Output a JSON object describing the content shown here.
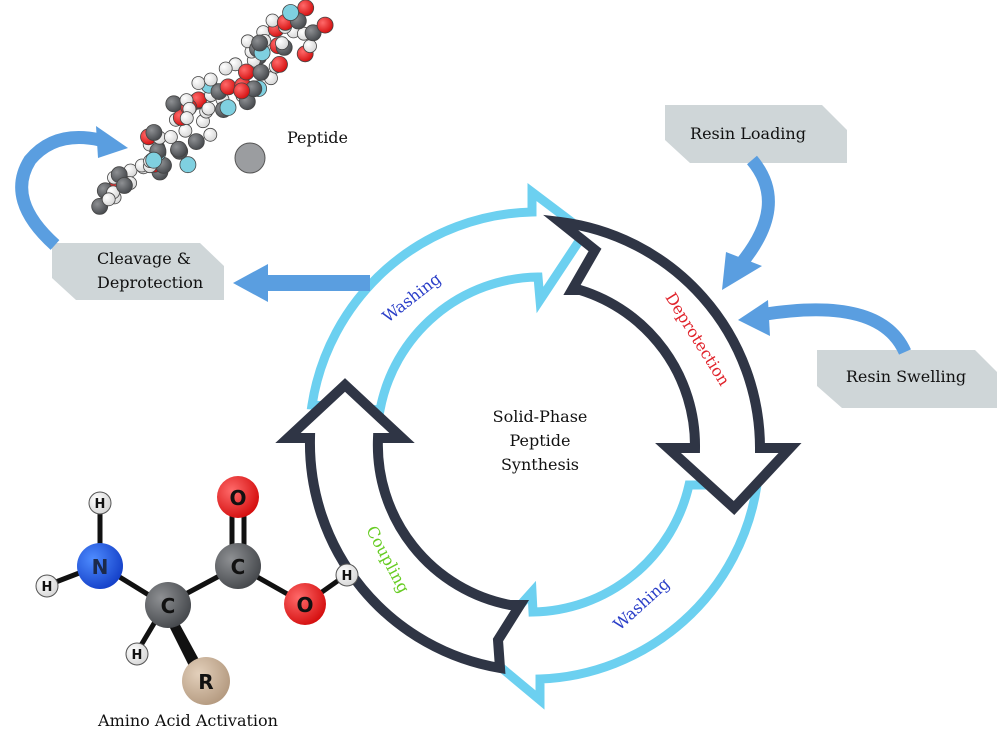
{
  "diagram": {
    "center_lines": [
      "Solid-Phase",
      "Peptide",
      "Synthesis"
    ],
    "steps": {
      "deprotection": "Deprotection",
      "washing_top": "Washing",
      "washing_bottom": "Washing",
      "coupling": "Coupling"
    },
    "boxes": {
      "resin_loading": "Resin Loading",
      "resin_swelling": "Resin Swelling",
      "cleavage_line1": "Cleavage &",
      "cleavage_line2": "Deprotection"
    },
    "labels": {
      "peptide": "Peptide",
      "amino_acid": "Amino Acid Activation"
    },
    "atoms": {
      "nitrogen": "N",
      "carbon": "C",
      "oxygen": "O",
      "hydrogen": "H",
      "r_group": "R"
    },
    "colors": {
      "light_blue_arrow": "#6cd0f0",
      "dark_arrow": "#2f3545",
      "mid_blue_arrow": "#5a9ee0",
      "box_fill": "#cfd6d8",
      "deprotection_text": "#e0222a",
      "washing_text": "#2a3ec8",
      "coupling_text": "#66cc22"
    }
  }
}
